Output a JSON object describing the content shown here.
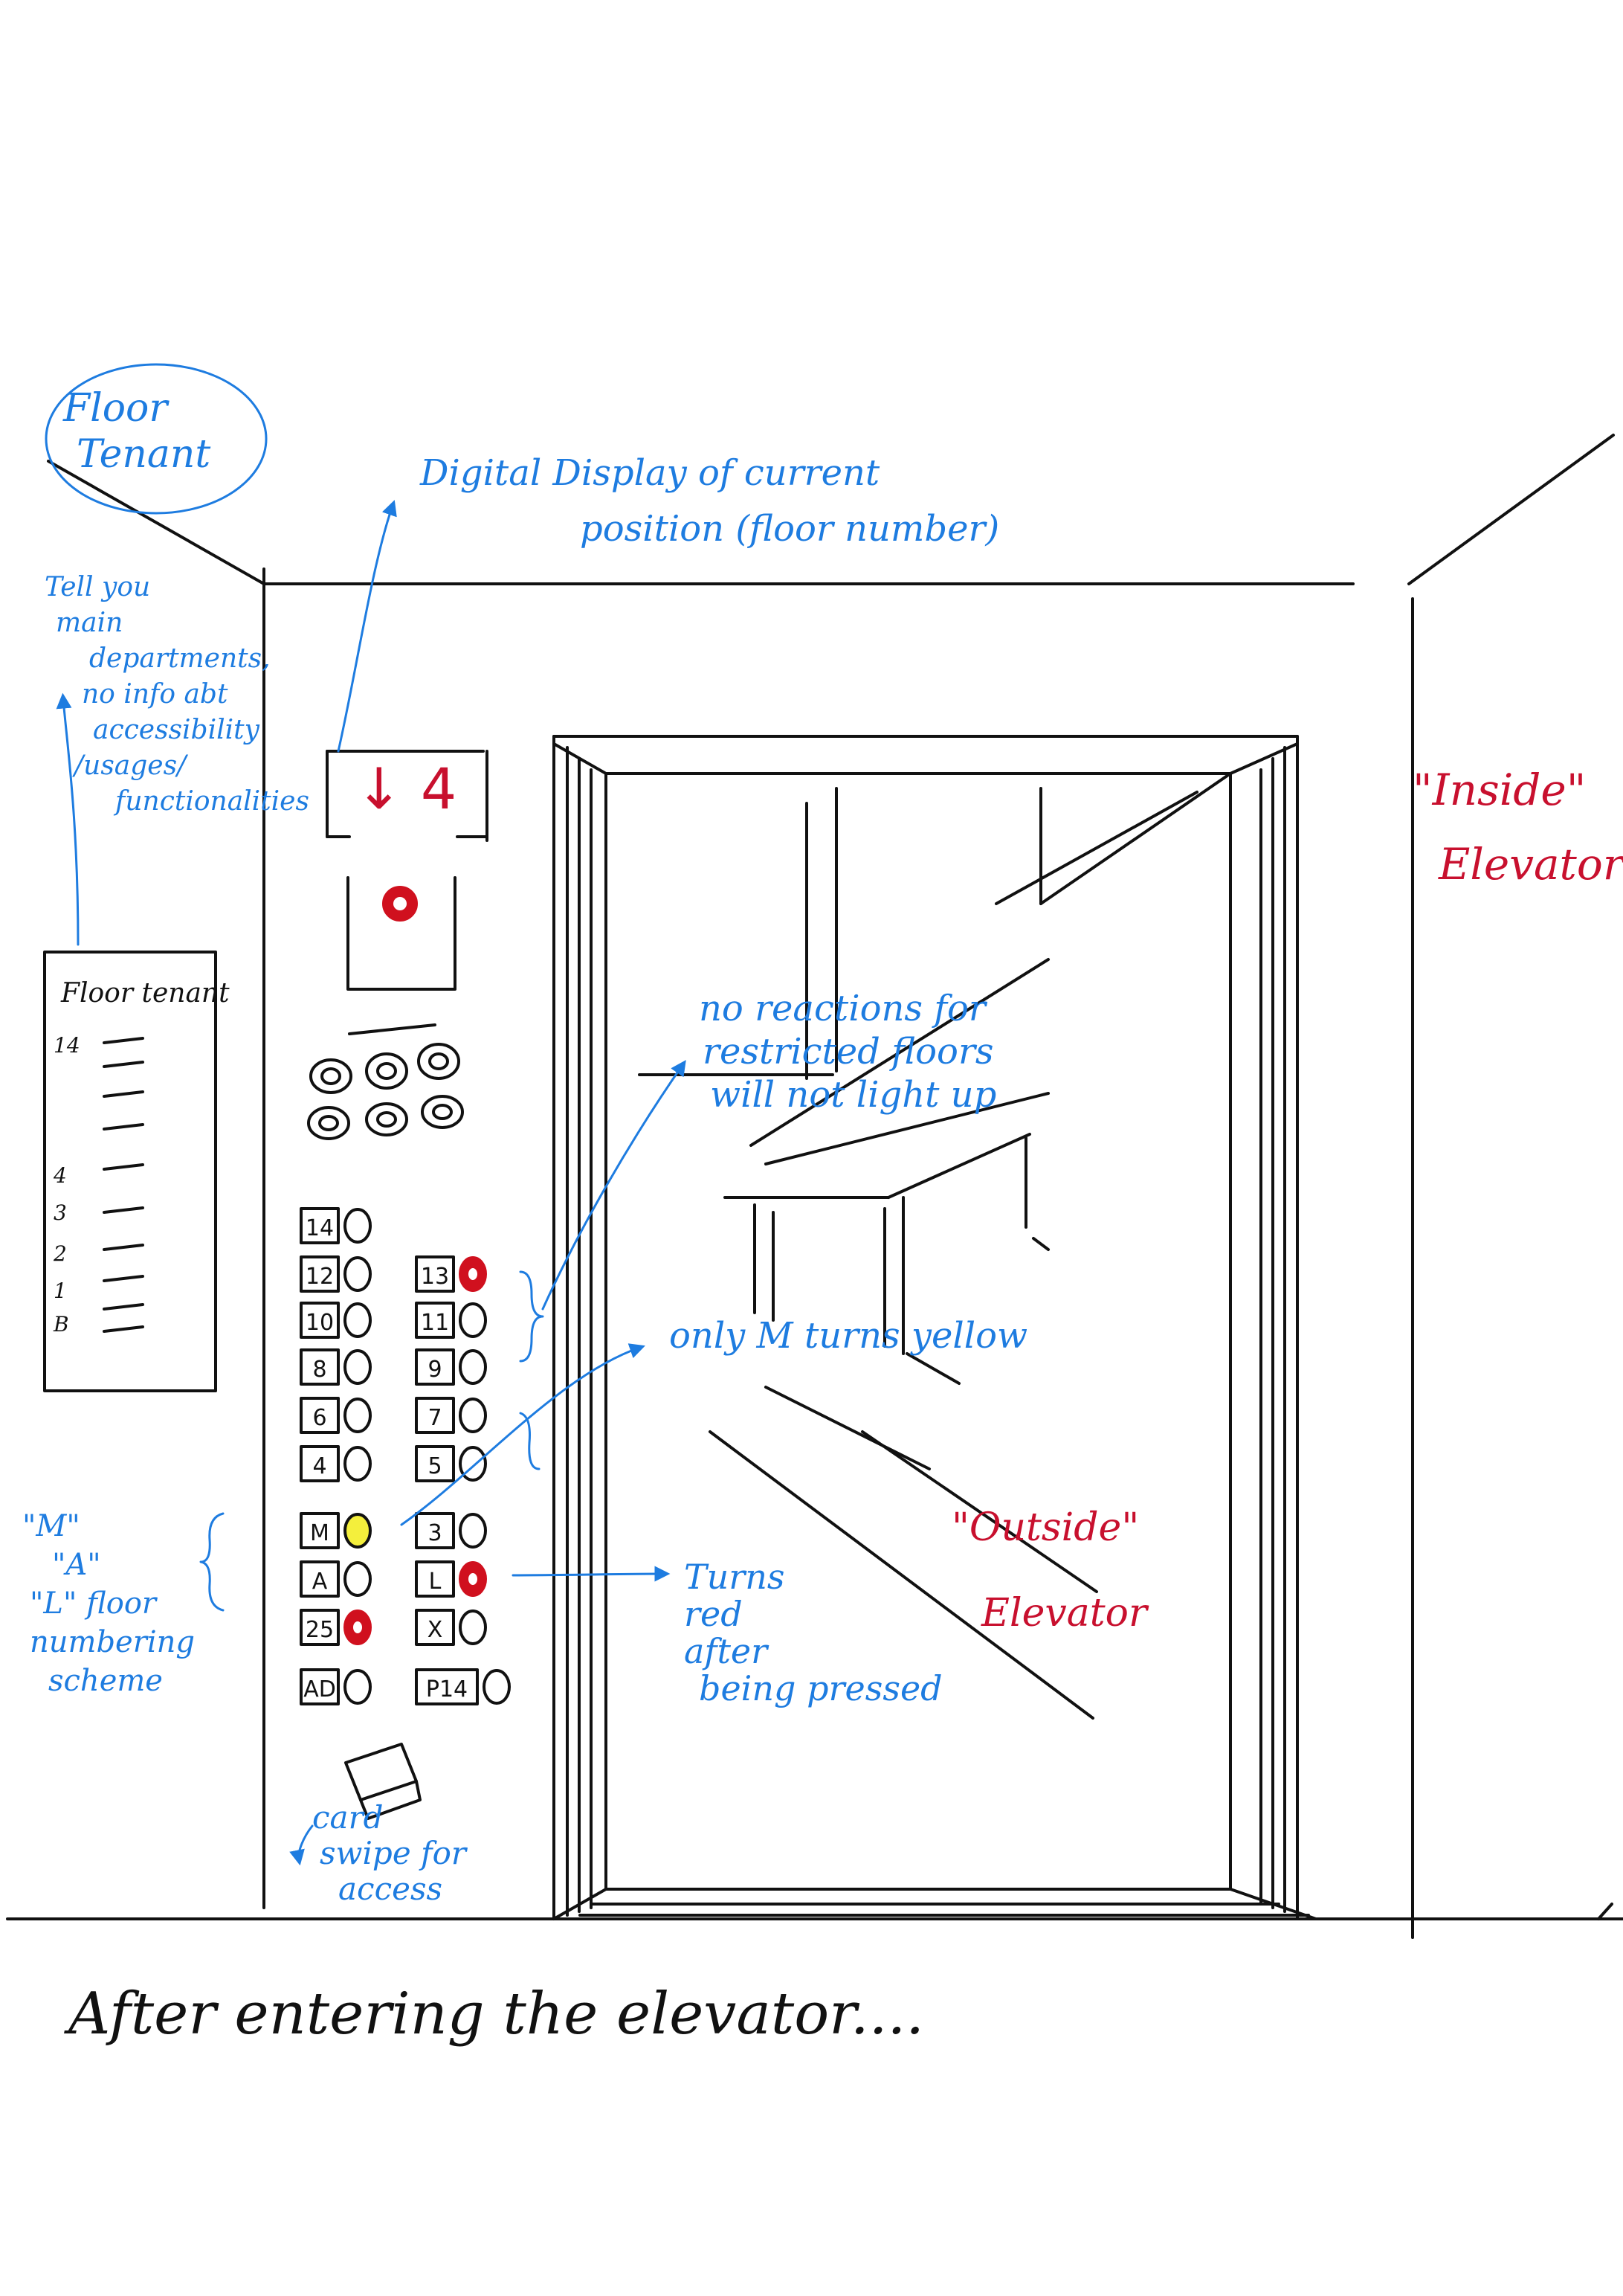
{
  "colors": {
    "ink": "#111111",
    "annotation": "#1E7CE0",
    "highlight_red": "#C8102E",
    "pressed_red": "#D0101E",
    "lit_yellow": "#F4EF3C"
  },
  "display": {
    "arrow": "↓",
    "floor": "4"
  },
  "directory": {
    "title": "Floor tenant",
    "rows": [
      "14",
      "4",
      "3",
      "2",
      "1",
      "B"
    ]
  },
  "panel": {
    "buttons": [
      {
        "label": "14",
        "state": "off"
      },
      {
        "label": "12",
        "state": "off"
      },
      {
        "label": "13",
        "state": "pressed"
      },
      {
        "label": "10",
        "state": "off"
      },
      {
        "label": "11",
        "state": "off"
      },
      {
        "label": "8",
        "state": "off"
      },
      {
        "label": "9",
        "state": "off"
      },
      {
        "label": "6",
        "state": "off"
      },
      {
        "label": "7",
        "state": "off"
      },
      {
        "label": "4",
        "state": "off"
      },
      {
        "label": "5",
        "state": "off"
      },
      {
        "label": "M",
        "state": "lit"
      },
      {
        "label": "3",
        "state": "off"
      },
      {
        "label": "A",
        "state": "off"
      },
      {
        "label": "L",
        "state": "pressed"
      },
      {
        "label": "25",
        "state": "pressed"
      },
      {
        "label": "X",
        "state": "off"
      },
      {
        "label": "AD",
        "state": "off"
      },
      {
        "label": "P14",
        "state": "off"
      }
    ]
  },
  "annotations": {
    "floor_tenant_bubble": [
      "Floor",
      "Tenant"
    ],
    "directory_note": [
      "Tell you",
      "main",
      "departments,",
      "no info abt",
      "accessibility",
      "/usages/",
      "functionalities"
    ],
    "display_note": [
      "Digital Display of current",
      "position (floor number)"
    ],
    "restricted_note": [
      "no reactions for",
      "restricted floors",
      "will not light up"
    ],
    "yellow_note": "only M turns yellow",
    "red_note": [
      "Turns",
      "red",
      "after",
      "being pressed"
    ],
    "numbering_note": [
      "\"M\"",
      "\"A\"",
      "\"L\" floor",
      "numbering",
      "scheme"
    ],
    "card_note": [
      "card",
      "swipe for",
      "access"
    ],
    "inside_label": [
      "\"Inside\"",
      "Elevator"
    ],
    "outside_label": [
      "\"Outside\"",
      "Elevator"
    ],
    "caption": "After entering the elevator...."
  }
}
